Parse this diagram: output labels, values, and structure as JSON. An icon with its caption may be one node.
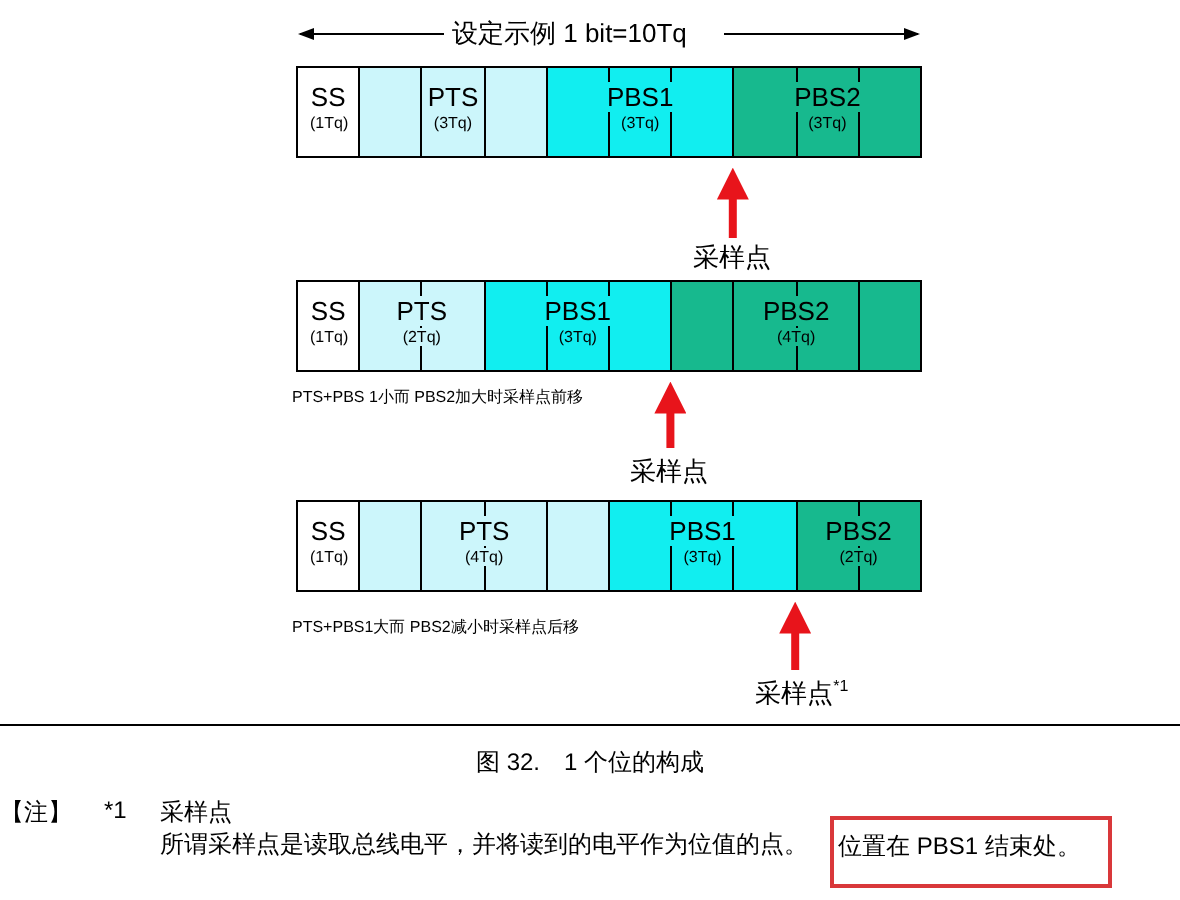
{
  "diagram": {
    "caption": "图 32.　1 个位的构成",
    "nodes": [
      {
        "text": [
          "SS",
          "(1Tq)"
        ]
      },
      {
        "text": [
          "PTS",
          "(3Tq)"
        ]
      },
      {
        "text": [
          "PBS1",
          "(3Tq)"
        ]
      },
      {
        "text": [
          "PBS2",
          "(3Tq)"
        ]
      },
      {
        "text": [
          "采样点"
        ]
      },
      {
        "text": [
          "SS",
          "(1Tq)"
        ]
      },
      {
        "text": [
          "PTS",
          "(2Tq)"
        ]
      },
      {
        "text": [
          "PBS1",
          "(3Tq)"
        ]
      },
      {
        "text": [
          "PBS2",
          "(4Tq)"
        ]
      },
      {
        "text": [
          "采样点"
        ]
      },
      {
        "text": [
          "SS",
          "(1Tq)"
        ]
      },
      {
        "text": [
          "PTS",
          "(4Tq)"
        ]
      },
      {
        "text": [
          "PBS1",
          "(3Tq)"
        ]
      },
      {
        "text": [
          "PBS2",
          "(2Tq)"
        ]
      },
      {
        "text": [
          "采样点$^{*1}$"
        ]
      }
    ],
    "edges": [
      {
        "from": 4,
        "to": null,
        "arrow": "to"
      },
      {
        "from": 9,
        "to": null,
        "arrow": "to"
      },
      {
        "from": 14,
        "to": null,
        "arrow": "to"
      }
    ],
    "labels": [
      "设定示例 1 bit=10Tq",
      "PTS+PBS 1小而 PBS2加大时采样点前移",
      "PTS+PBS1大而 PBS2减小时采样点后移",
      "【注】",
      "*1",
      "采样点",
      "所谓采样点是读取总线电平，并将读到的电平作为位值的点。",
      "位置在 PBS1 结束处。"
    ]
  }
}
